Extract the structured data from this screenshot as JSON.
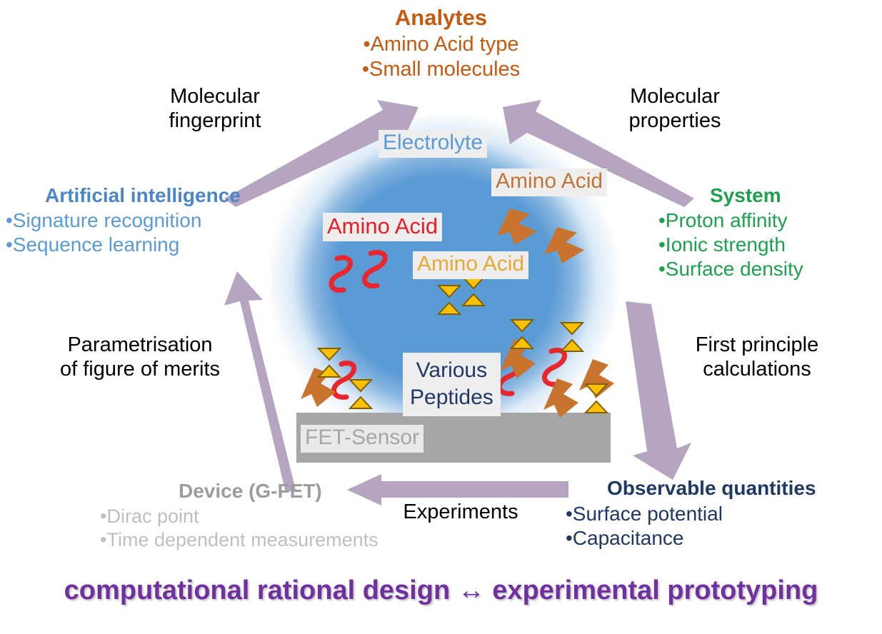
{
  "caption": "computational rational design ↔ experimental prototyping",
  "nodes": {
    "analytes": {
      "title": "Analytes",
      "color": "#c55a11",
      "items": [
        "•Amino Acid type",
        "•Small molecules"
      ]
    },
    "artificial_intelligence": {
      "title": "Artificial intelligence",
      "color": "#5b9bd5",
      "items": [
        "•Signature recognition",
        "•Sequence learning"
      ]
    },
    "system": {
      "title": "System",
      "color": "#1da14e",
      "items": [
        "•Proton affinity",
        "•Ionic strength",
        "•Surface density"
      ]
    },
    "device": {
      "title": "Device (G-FET)",
      "color": "#9c9c9c",
      "items": [
        "•Dirac point",
        "•Time dependent measurements"
      ]
    },
    "observable_quantities": {
      "title": "Observable quantities",
      "color": "#1f3864",
      "items": [
        "•Surface potential",
        "•Capacitance"
      ]
    }
  },
  "edges": {
    "ai_to_analytes": "Molecular\nfingerprint",
    "analytes_to_system": "Molecular\nproperties",
    "device_to_ai": "Parametrisation\nof figure of merits",
    "system_to_observable": "First principle\ncalculations",
    "observable_to_device": "Experiments",
    "ai_to_analytes_l1": "Molecular",
    "ai_to_analytes_l2": "fingerprint",
    "analytes_to_system_l1": "Molecular",
    "analytes_to_system_l2": "properties",
    "device_to_ai_l1": "Parametrisation",
    "device_to_ai_l2": "of figure of merits",
    "system_to_observable_l1": "First principle",
    "system_to_observable_l2": "calculations",
    "observable_to_device_l1": "Experiments"
  },
  "illustration": {
    "electrolyte": "Electrolyte",
    "amino_acid_orange": "Amino Acid",
    "amino_acid_red": "Amino Acid",
    "amino_acid_yellow": "Amino Acid",
    "various_peptides_l1": "Various",
    "various_peptides_l2": "Peptides",
    "fet_sensor": "FET-Sensor"
  },
  "colors": {
    "arrow": "#b5a5c0",
    "electrolyte_blue": "#5b9bd5",
    "slab_gray": "#a6a6a6",
    "caption_purple": "#7030a0",
    "molecule_red": "#e8262d",
    "molecule_orange": "#c8732e",
    "molecule_yellow": "#ffc000"
  }
}
